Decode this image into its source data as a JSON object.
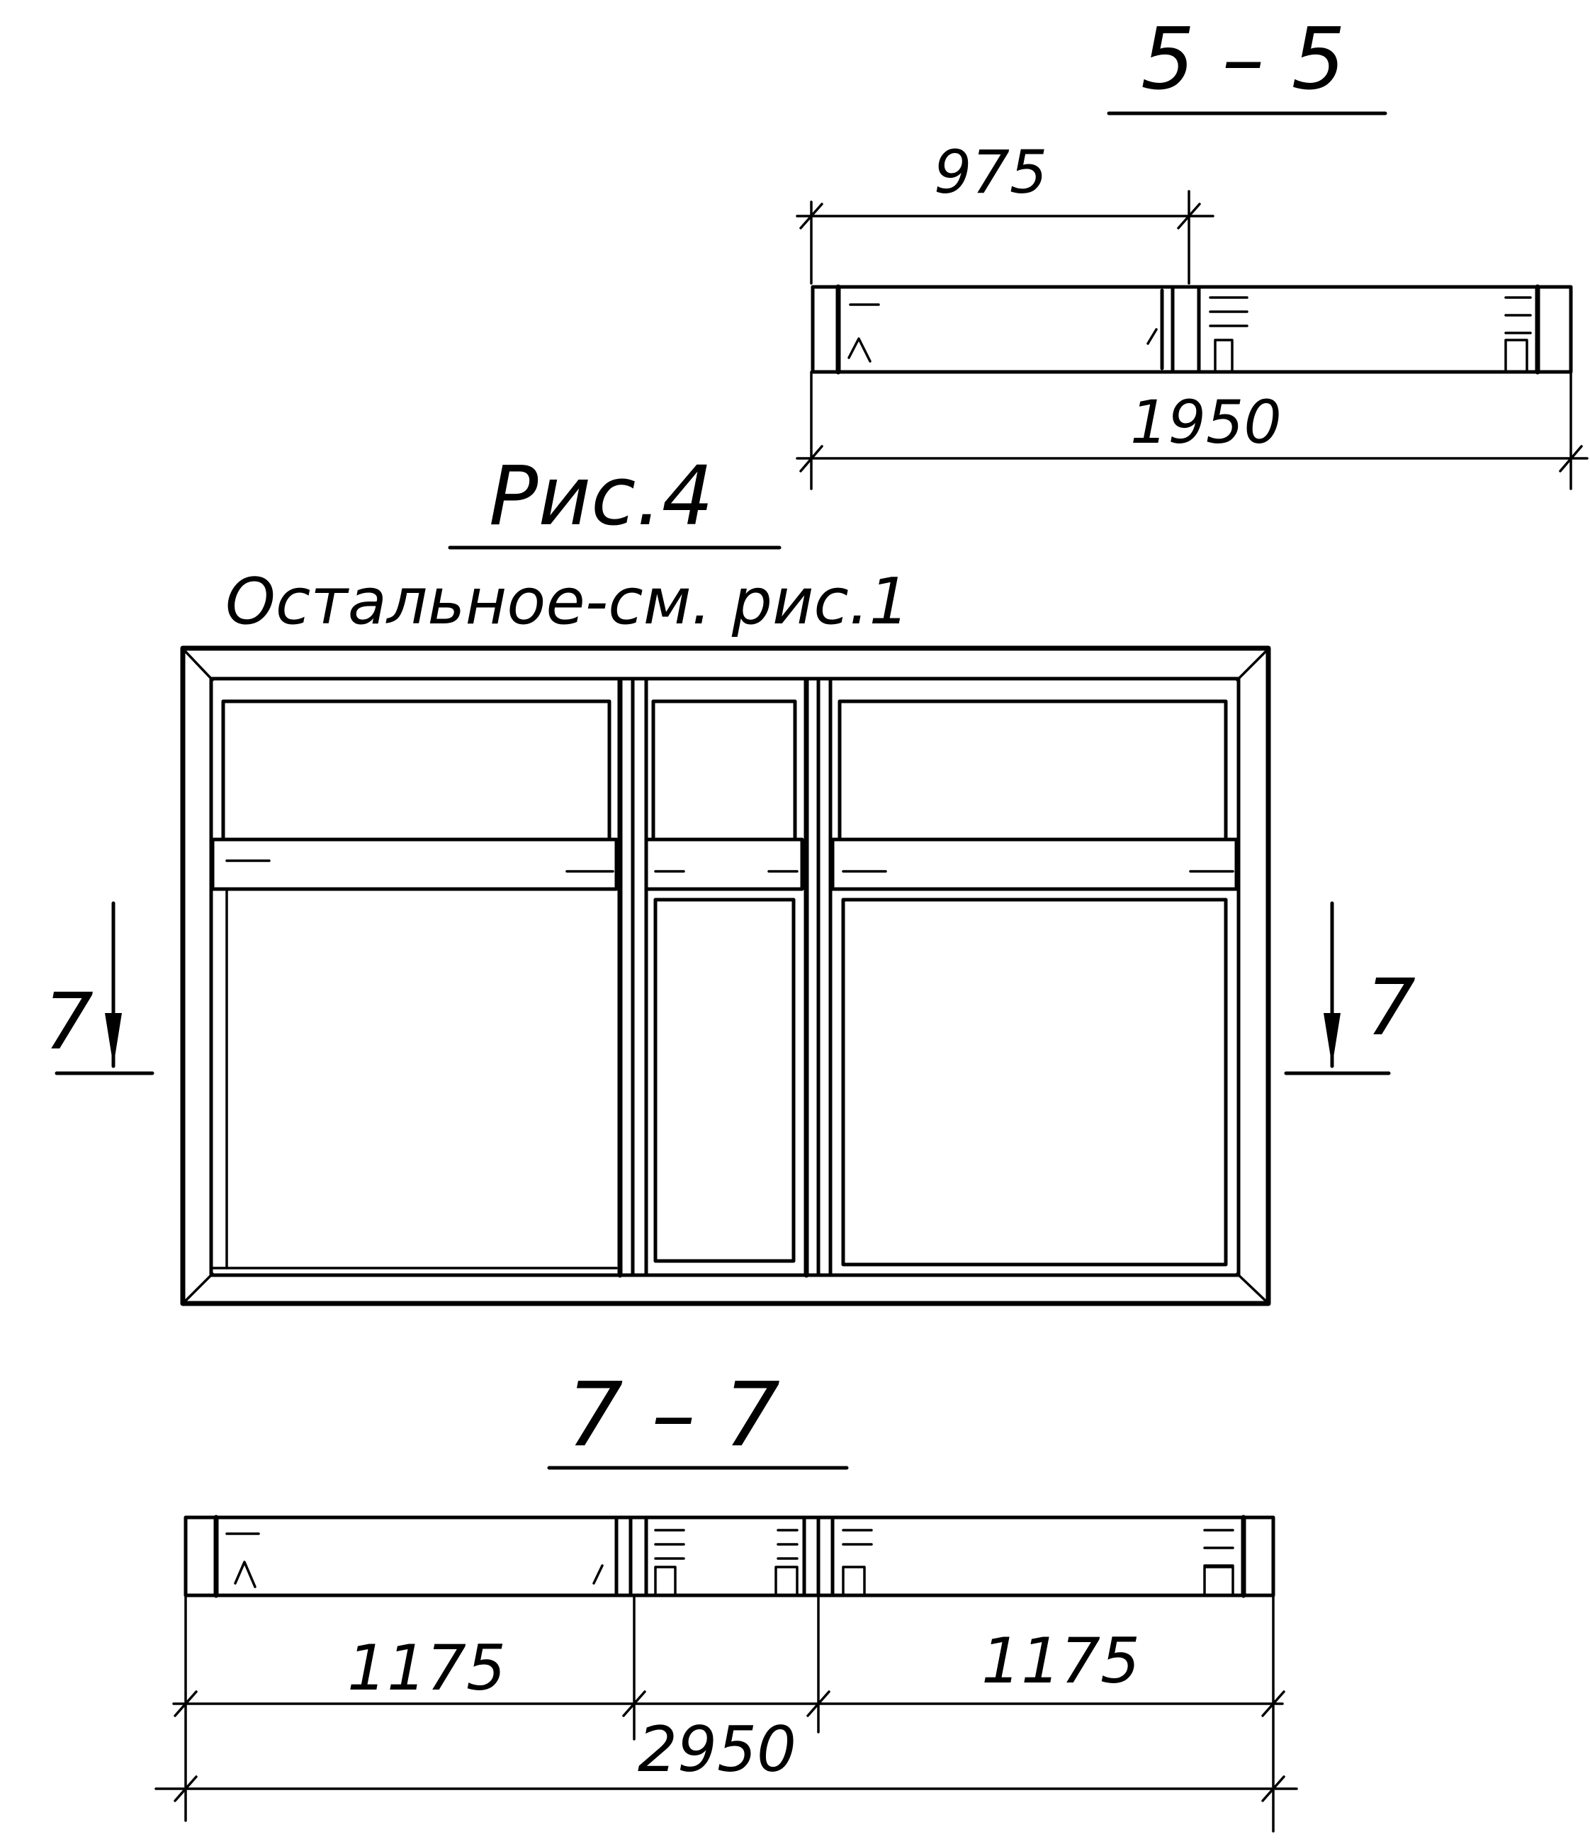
{
  "section_5_5": {
    "title": "5 – 5",
    "dim_partial": "975",
    "dim_total": "1950"
  },
  "figure": {
    "title": "Рис.4",
    "note": "Остальное-см. рис.1"
  },
  "section_marker": {
    "left_label": "7",
    "right_label": "7"
  },
  "section_7_7": {
    "title": "7 – 7",
    "dim_left": "1175",
    "dim_right": "1175",
    "dim_total": "2950"
  },
  "colors": {
    "ink": "#000000",
    "paper": "#ffffff"
  }
}
